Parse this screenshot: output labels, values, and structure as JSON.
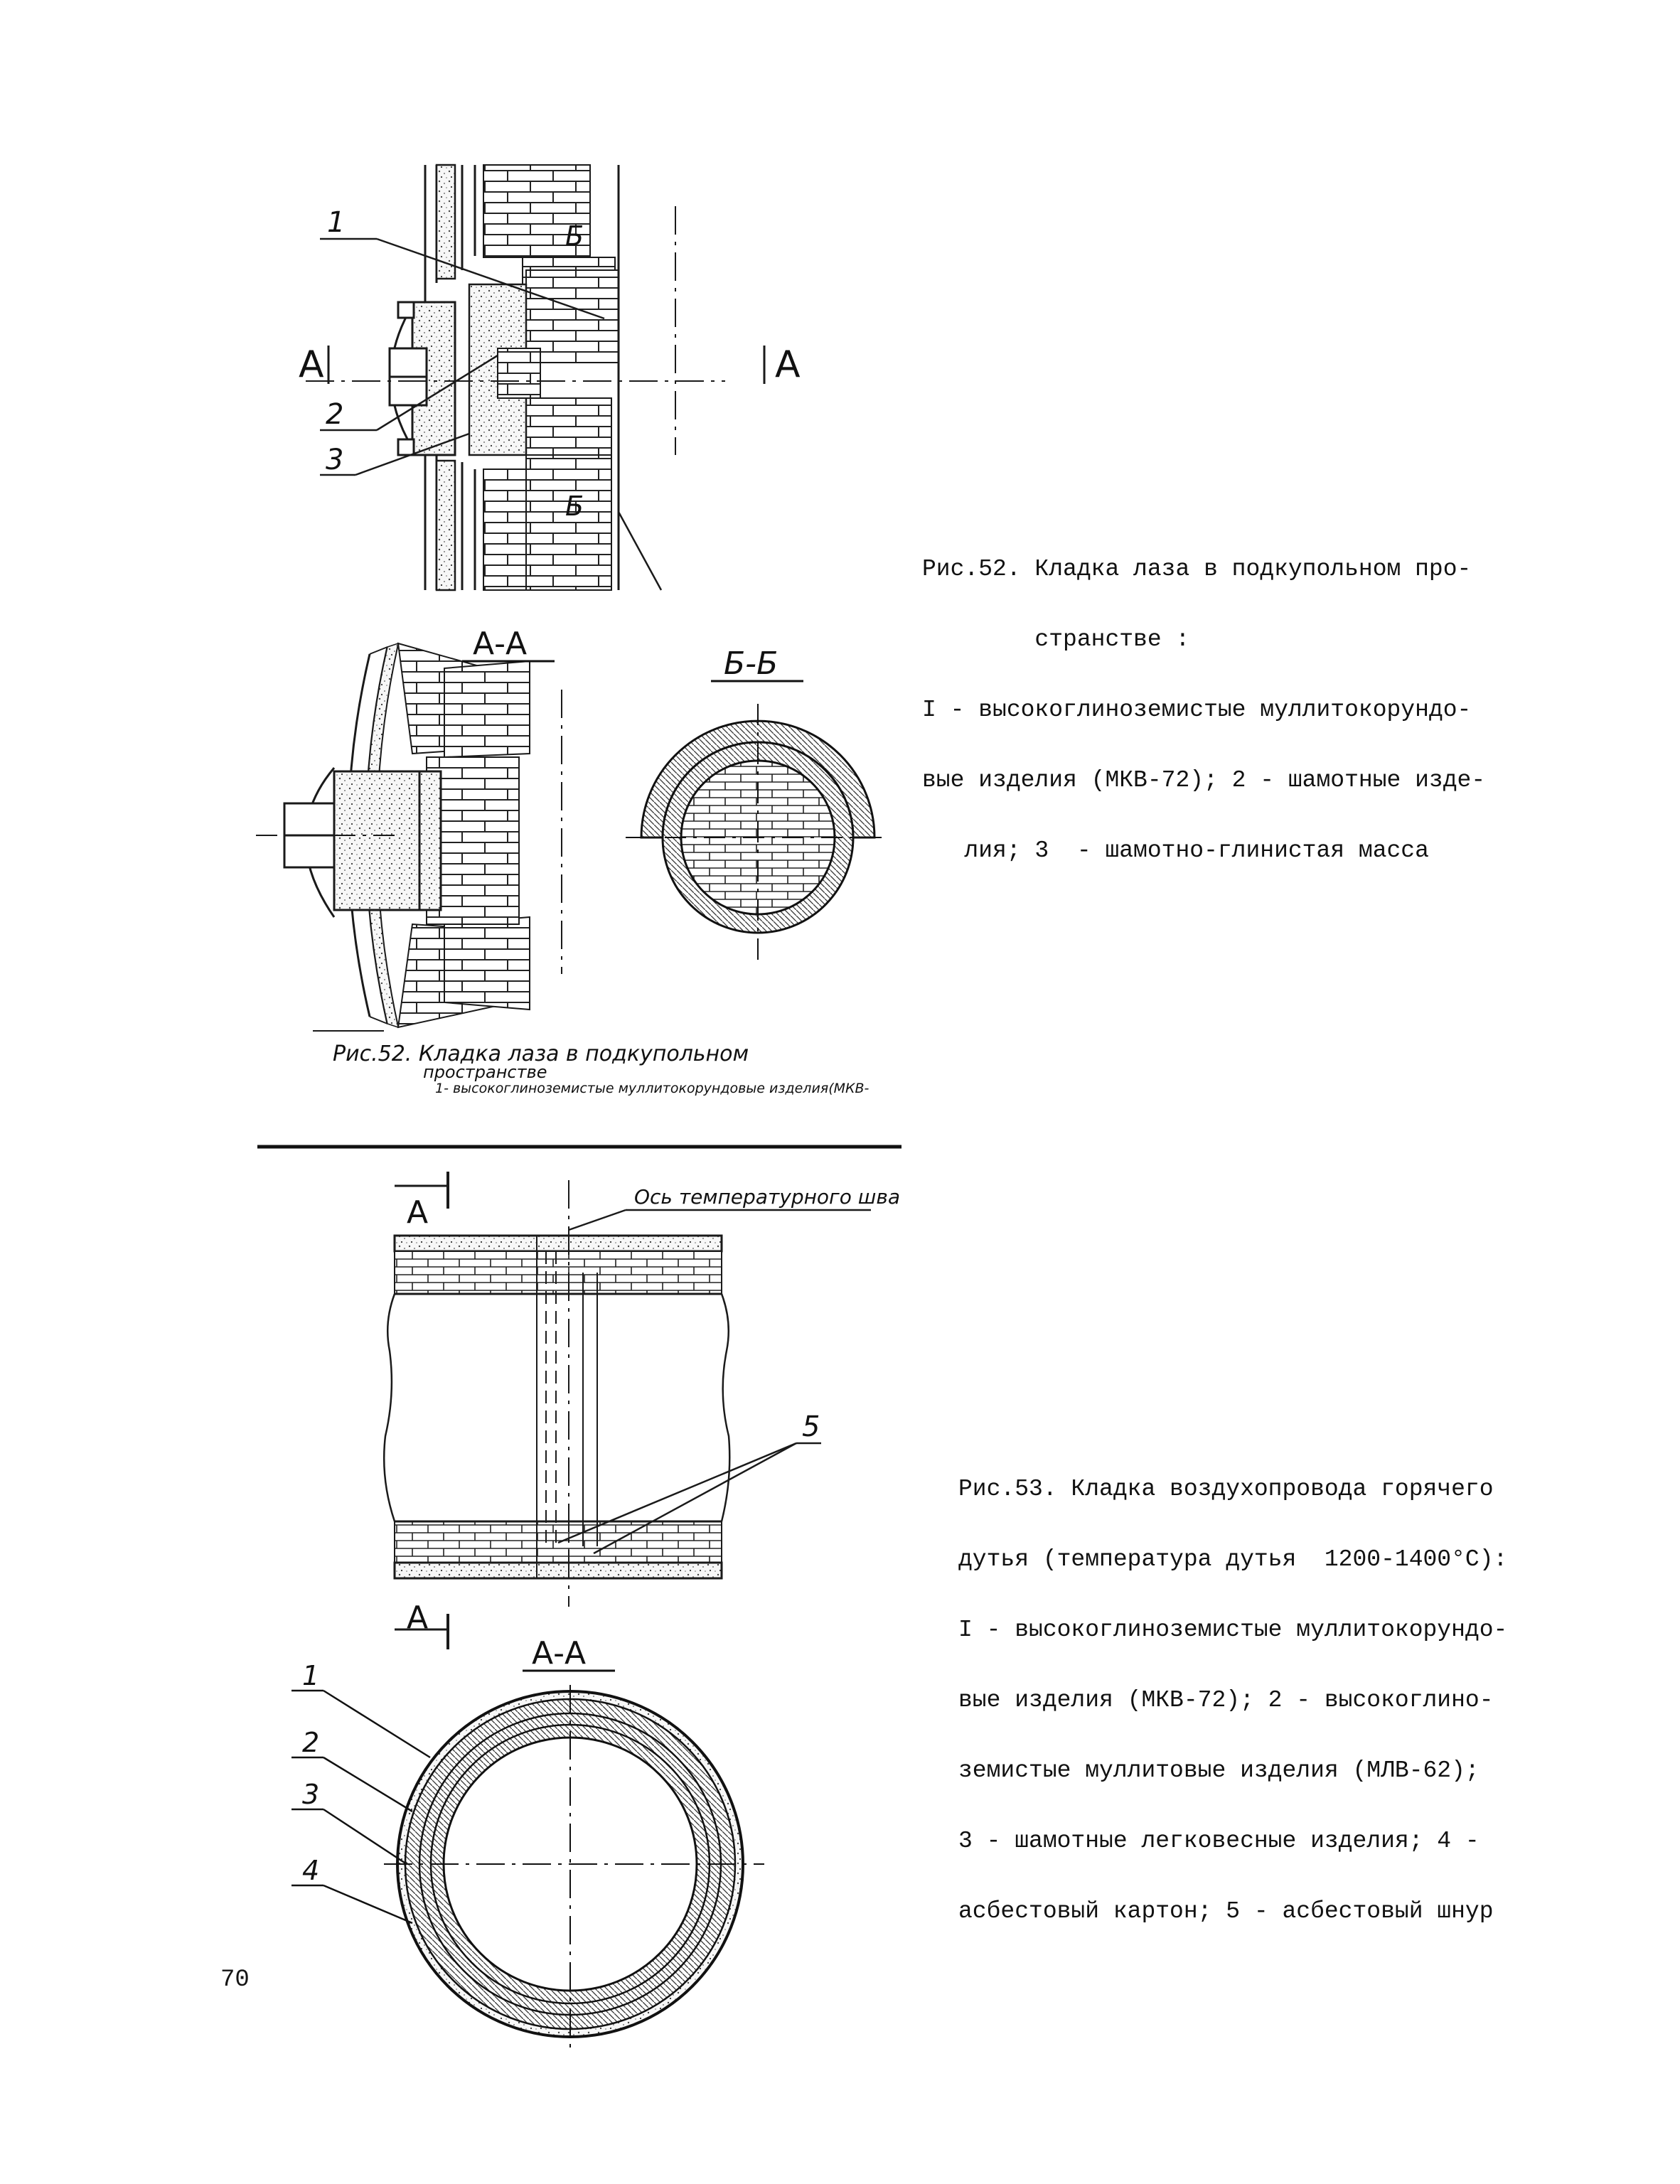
{
  "figure52": {
    "caption_lines": [
      "Рис.52. Кладка лаза в подкупольном про-",
      "        странстве :",
      "I - высокоглиноземистые муллитокорундо-",
      "вые изделия (МКВ-72); 2 - шамотные изде-",
      "   лия; 3  - шамотно-глинистая масса"
    ],
    "callouts": [
      "1",
      "2",
      "3"
    ],
    "section_marker": "А",
    "section_aa_title": "А-А",
    "section_bb_title": "Б-Б",
    "bb_marker": "Б",
    "handwritten_caption_lines": [
      "Рис.52. Кладка лаза в подкупольном",
      "пространстве",
      "1- высокоглиноземистые муллитокорундовые изделия(МКВ-"
    ]
  },
  "figure53": {
    "axis_label": "Ось температурного шва",
    "callout_5": "5",
    "section_marker": "А",
    "section_title": "А-А",
    "callouts": [
      "1",
      "2",
      "3",
      "4"
    ],
    "caption_lines": [
      "Рис.53. Кладка воздухопровода горячего",
      "дутья (температура дутья  1200-1400°С):",
      "I - высокоглиноземистые муллитокорундо-",
      "вые изделия (МКВ-72); 2 - высокоглино-",
      "земистые муллитовые изделия (МЛВ-62);",
      "3 - шамотные легковесные изделия; 4 -",
      "асбестовый картон; 5 - асбестовый шнур"
    ]
  },
  "page_number": "70"
}
